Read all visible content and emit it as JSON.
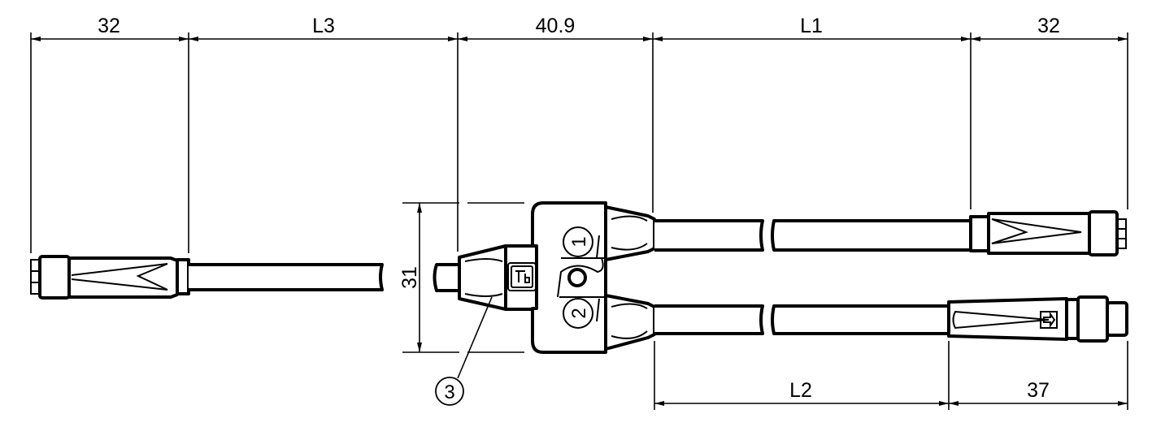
{
  "title": "Y-splitter cable dimensional drawing",
  "dimensions": {
    "top": [
      "32",
      "L3",
      "40.9",
      "L1",
      "32"
    ],
    "bottom": [
      "L2",
      "37"
    ],
    "height": "31"
  },
  "callouts": {
    "port1": "1",
    "port2": "2",
    "item3": "3"
  },
  "colors": {
    "line": "#000000",
    "background": "#ffffff"
  }
}
